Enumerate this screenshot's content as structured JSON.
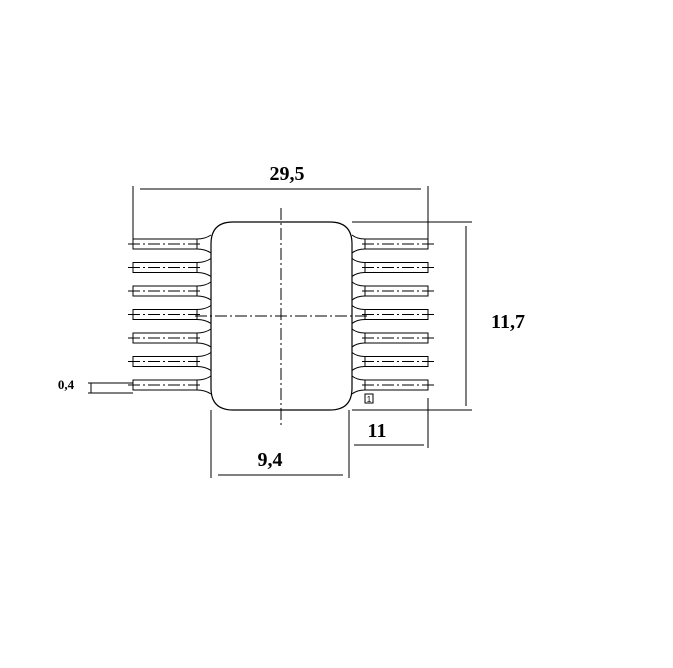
{
  "dimensions": {
    "overall_width": "29,5",
    "body_height": "11,7",
    "body_width": "9,4",
    "lead_length": "11",
    "lead_thickness": "0,4"
  },
  "pin_marker": "1",
  "pins_per_side": 7
}
